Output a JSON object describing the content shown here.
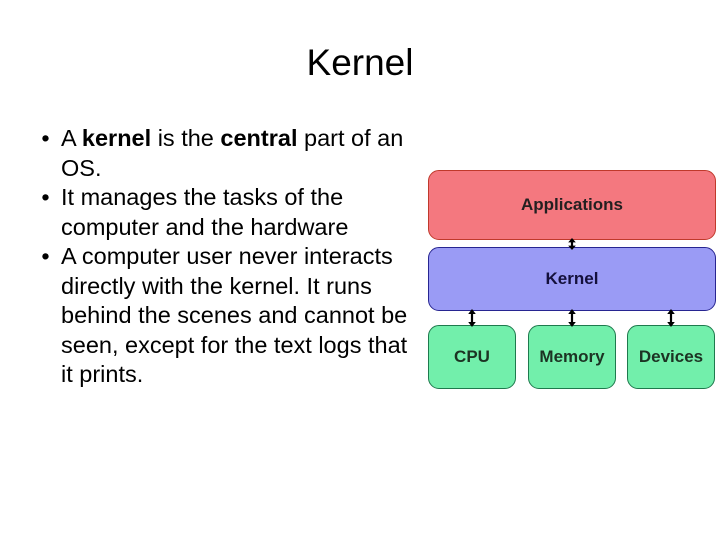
{
  "slide": {
    "title": "Kernel",
    "background_color": "#ffffff",
    "text_color": "#000000"
  },
  "body": {
    "bullet_marker": "•",
    "bullets": [
      {
        "id": "bullet-1",
        "segments": [
          {
            "text": "A ",
            "bold": false
          },
          {
            "text": "kernel",
            "bold": true
          },
          {
            "text": " is the ",
            "bold": false
          },
          {
            "text": "central",
            "bold": true
          },
          {
            "text": " part of an OS.",
            "bold": false
          }
        ],
        "plain": "A kernel is the central part of an OS."
      },
      {
        "id": "bullet-2",
        "segments": [
          {
            "text": "It manages the tasks of the computer and the hardware",
            "bold": false
          }
        ],
        "plain": "It manages the tasks of the computer and the hardware"
      },
      {
        "id": "bullet-3",
        "segments": [
          {
            "text": "A computer user never interacts directly with the kernel. It runs behind the scenes and cannot be seen, except for the text logs that it prints.",
            "bold": false
          }
        ],
        "plain": "A computer user never interacts directly with the kernel. It runs behind the scenes and cannot be seen, except for the text logs that it prints."
      }
    ]
  },
  "diagram": {
    "type": "layered-block-diagram",
    "layers": [
      {
        "id": "applications",
        "label": "Applications",
        "fill": "#f4787f",
        "border": "#c0392b",
        "text_color": "#231f20"
      },
      {
        "id": "kernel",
        "label": "Kernel",
        "fill": "#9a9bf5",
        "border": "#272591",
        "text_color": "#14103c"
      },
      {
        "id": "cpu",
        "label": "CPU",
        "fill": "#72efab",
        "border": "#1e7a4d",
        "text_color": "#1c3323"
      },
      {
        "id": "memory",
        "label": "Memory",
        "fill": "#72efab",
        "border": "#1e7a4d",
        "text_color": "#1c3323"
      },
      {
        "id": "devices",
        "label": "Devices",
        "fill": "#72efab",
        "border": "#1e7a4d",
        "text_color": "#1c3323"
      }
    ],
    "connections": [
      {
        "from": "applications",
        "to": "kernel",
        "style": "double-headed-arrow"
      },
      {
        "from": "kernel",
        "to": "cpu",
        "style": "double-headed-arrow"
      },
      {
        "from": "kernel",
        "to": "memory",
        "style": "double-headed-arrow"
      },
      {
        "from": "kernel",
        "to": "devices",
        "style": "double-headed-arrow"
      }
    ],
    "arrow_color": "#000000"
  }
}
